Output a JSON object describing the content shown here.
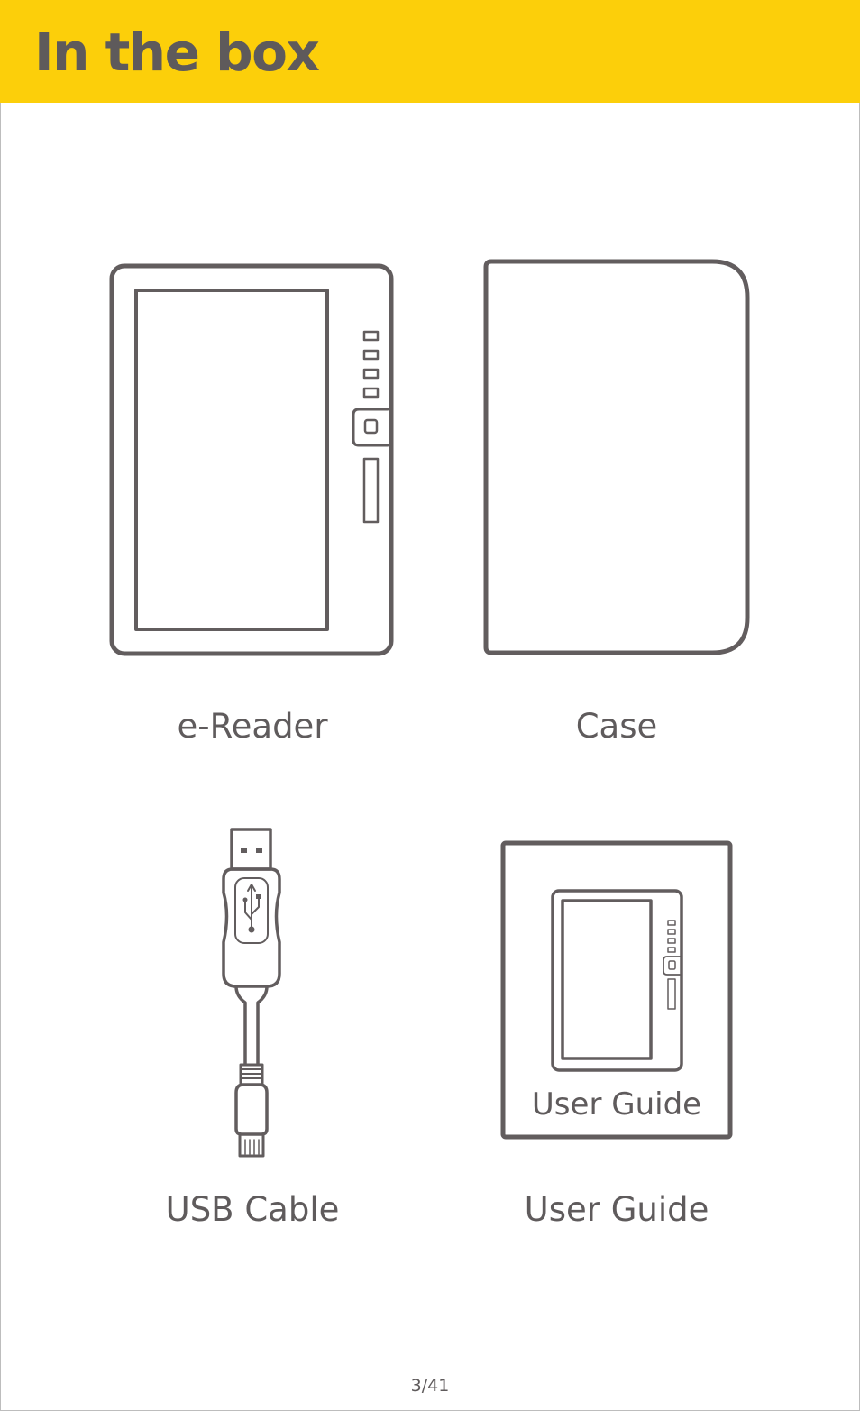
{
  "header": {
    "title": "In the box",
    "band_color": "#fccf0a"
  },
  "items": [
    {
      "label": "e-Reader",
      "icon": "ereader-icon"
    },
    {
      "label": "Case",
      "icon": "case-icon"
    },
    {
      "label": "USB Cable",
      "icon": "usb-cable-icon"
    },
    {
      "label": "User Guide",
      "icon": "user-guide-icon",
      "cover_text": "User Guide"
    }
  ],
  "footer": {
    "page_number": "3/41"
  },
  "colors": {
    "line_art": "#625d5e",
    "text": "#5f5b5c"
  }
}
